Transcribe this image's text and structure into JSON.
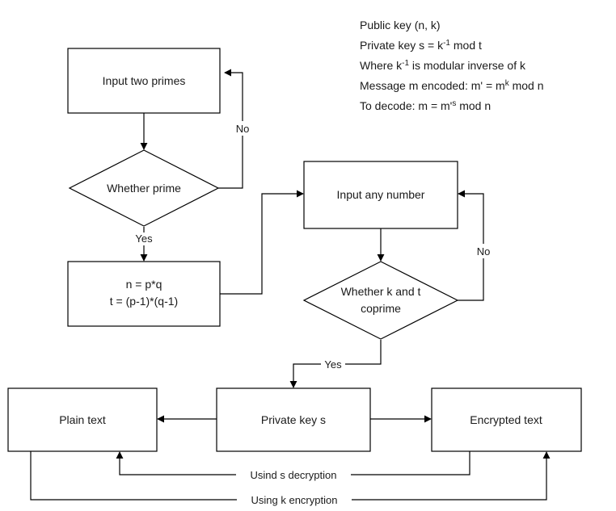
{
  "nodes": {
    "input_primes": "Input two primes",
    "whether_prime": "Whether prime",
    "compute_line1": "n = p*q",
    "compute_line2": "t = (p-1)*(q-1)",
    "input_number": "Input any number",
    "coprime_line1": "Whether k and t",
    "coprime_line2": "coprime",
    "private_key": "Private key s",
    "plain_text": "Plain text",
    "encrypted_text": "Encrypted text"
  },
  "edges": {
    "prime_no": "No",
    "prime_yes": "Yes",
    "coprime_no": "No",
    "coprime_yes": "Yes",
    "decryption": "Usind s decryption",
    "encryption": "Using k encryption"
  },
  "notes": {
    "line1": "Public key (n, k)",
    "line2_a": "Private key s = k",
    "line2_sup": "-1",
    "line2_b": " mod t",
    "line3_a": "Where k",
    "line3_sup": "-1",
    "line3_b": " is modular inverse of k",
    "line4_a": "Message m encoded: m' = m",
    "line4_sup": "k",
    "line4_b": " mod n",
    "line5_a": "To decode: m = m'",
    "line5_sup": "s",
    "line5_b": " mod n"
  }
}
